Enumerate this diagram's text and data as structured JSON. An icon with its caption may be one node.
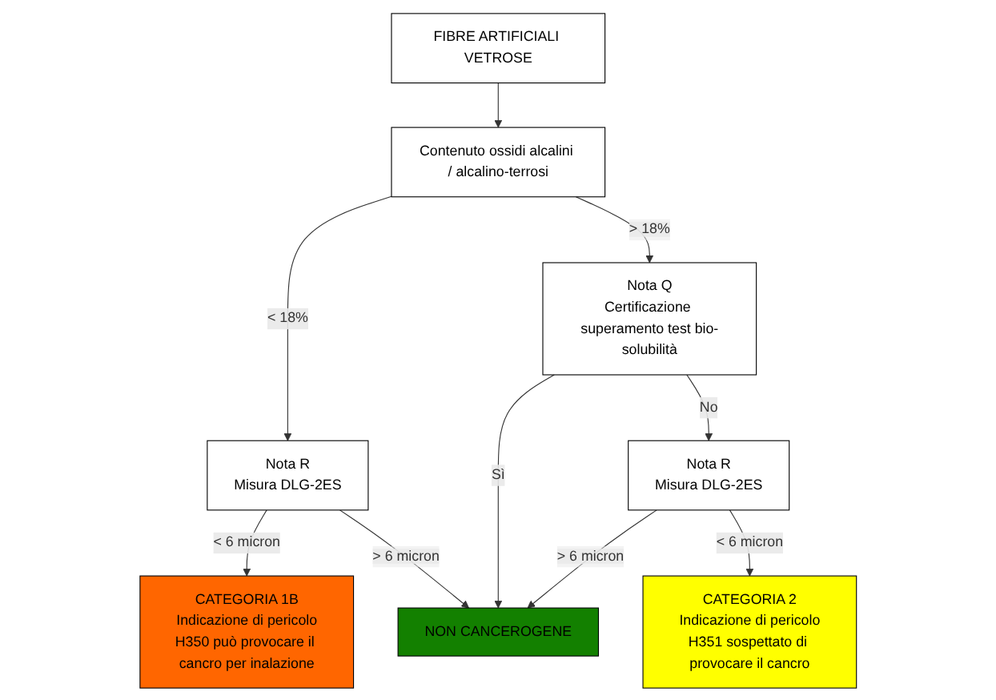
{
  "diagram": {
    "nodes": [
      {
        "text": [
          "FIBRE ARTIFICIALI VETROSE"
        ]
      },
      {
        "text": [
          "Contenuto ossidi alcalini / alcalino-terrosi"
        ]
      },
      {
        "text": [
          "Nota R",
          "Misura DLG-2ES"
        ]
      },
      {
        "text": [
          "Nota Q",
          "Certificazione superamento test bio-solubilità"
        ]
      },
      {
        "text": [
          "Nota R",
          "Misura DLG-2ES"
        ]
      },
      {
        "text": [
          "CATEGORIA 1B",
          "Indicazione di pericolo",
          "H350 può provocare il cancro per inalazione"
        ]
      },
      {
        "text": [
          "NON CANCEROGENE"
        ]
      },
      {
        "text": [
          "CATEGORIA 2",
          "Indicazione di pericolo",
          "H351 sospettato di provocare il cancro"
        ]
      }
    ],
    "edges": [
      {
        "from": 0,
        "to": 1,
        "arrow": "to"
      },
      {
        "from": 1,
        "to": 2,
        "arrow": "to",
        "label": "< 18%"
      },
      {
        "from": 1,
        "to": 3,
        "arrow": "to",
        "label": "> 18%"
      },
      {
        "from": 2,
        "to": 5,
        "arrow": "to",
        "label": "< 6 micron"
      },
      {
        "from": 2,
        "to": 6,
        "arrow": "to",
        "label": "> 6 micron"
      },
      {
        "from": 3,
        "to": 6,
        "arrow": "to",
        "label": "Sì"
      },
      {
        "from": 3,
        "to": 4,
        "arrow": "to",
        "label": "No"
      },
      {
        "from": 4,
        "to": 6,
        "arrow": "to",
        "label": "> 6 micron"
      },
      {
        "from": 4,
        "to": 7,
        "arrow": "to",
        "label": "< 6 micron"
      }
    ]
  }
}
